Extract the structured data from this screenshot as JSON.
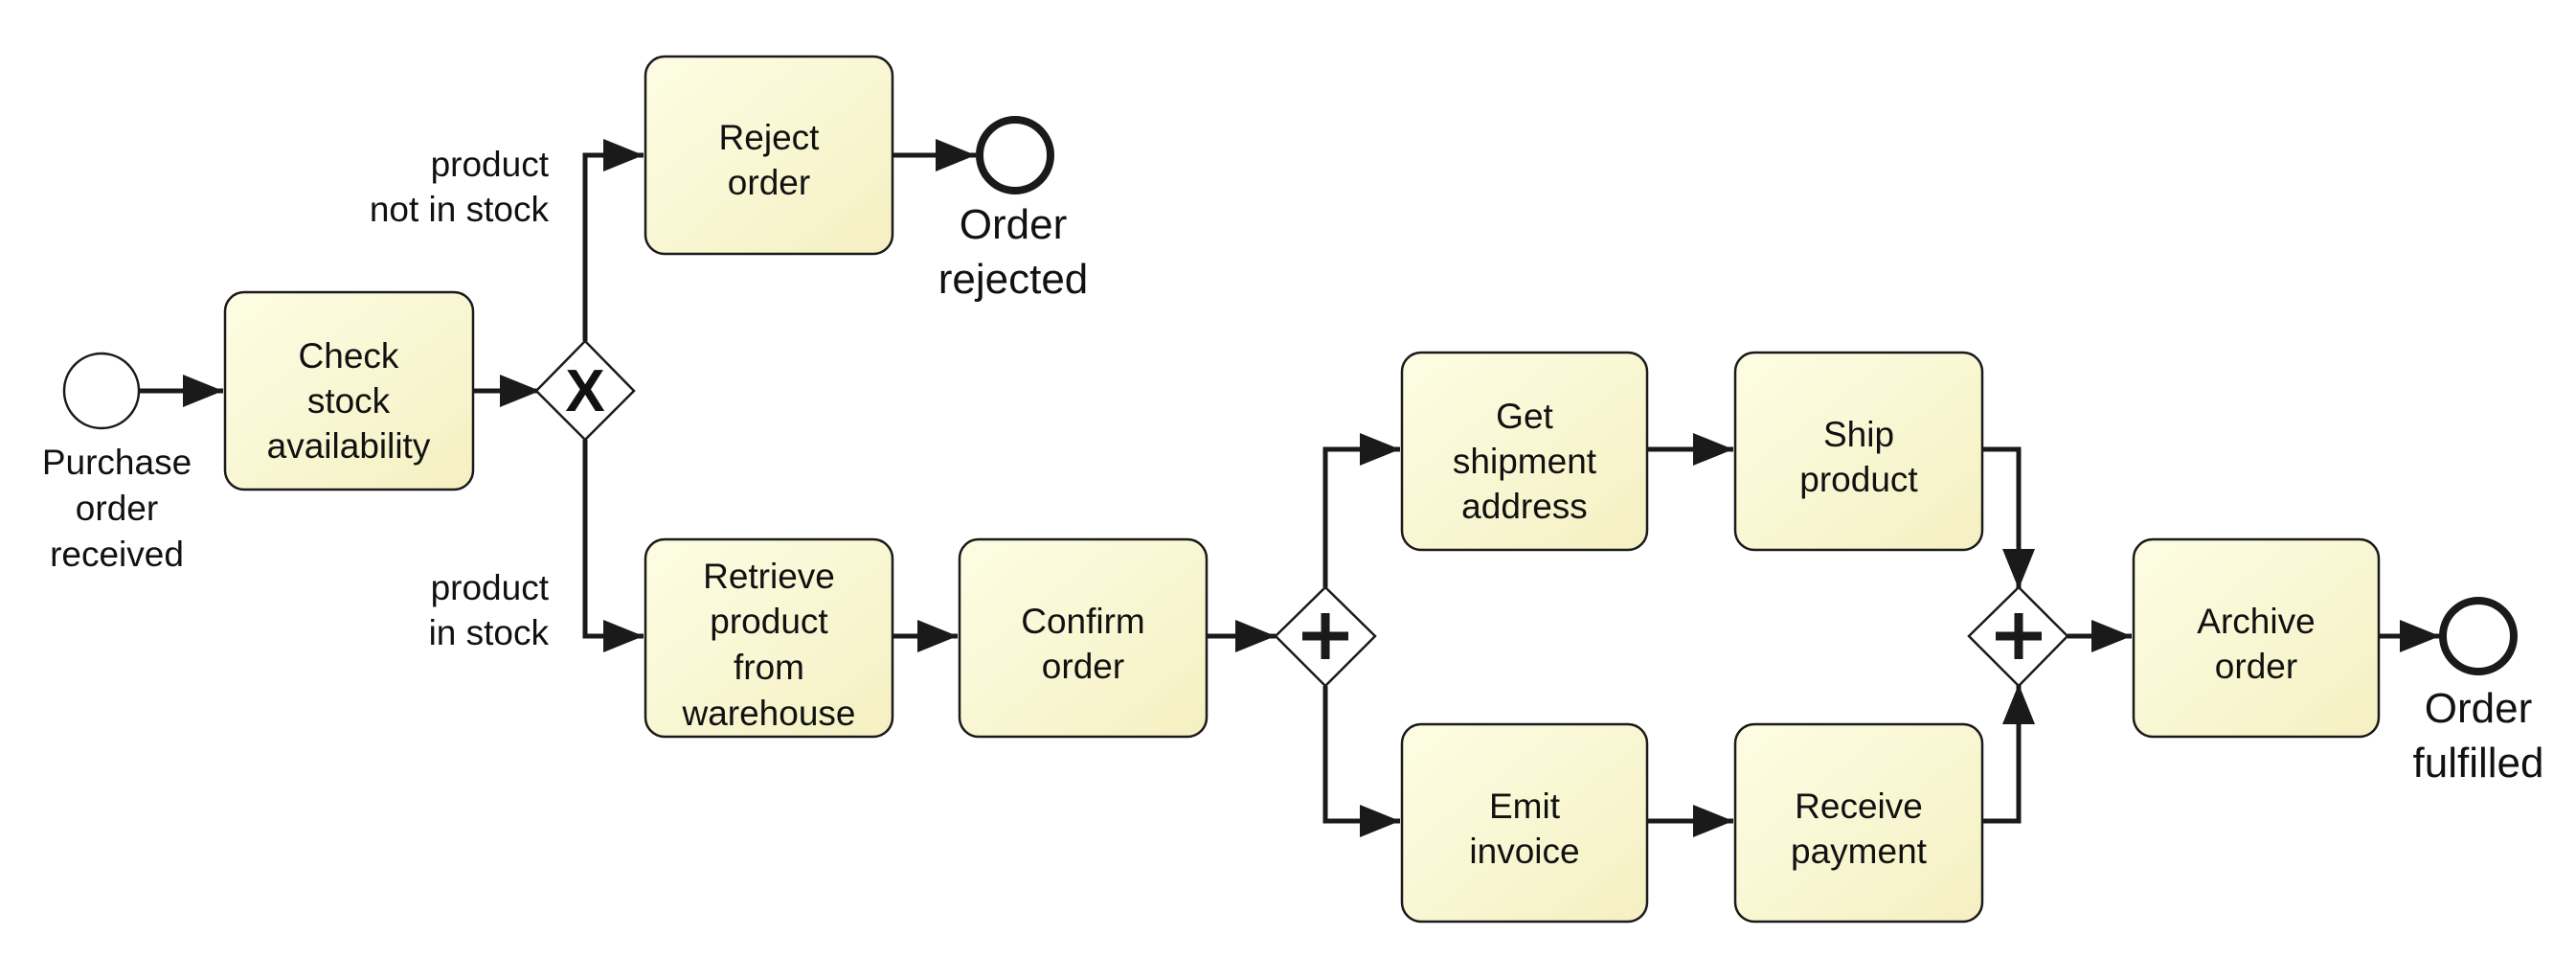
{
  "colors": {
    "task_fill_start": "#fdfde4",
    "task_fill_end": "#f5f0c2",
    "stroke": "#1a1a1a",
    "background": "#ffffff"
  },
  "events": {
    "start": [
      "Purchase",
      "order",
      "received"
    ],
    "end_rejected": [
      "Order",
      "rejected"
    ],
    "end_fulfilled": [
      "Order",
      "fulfilled"
    ]
  },
  "tasks": {
    "check_stock": [
      "Check",
      "stock",
      "availability"
    ],
    "reject_order": [
      "Reject",
      "order"
    ],
    "retrieve_product": [
      "Retrieve",
      "product",
      "from",
      "warehouse"
    ],
    "confirm_order": [
      "Confirm",
      "order"
    ],
    "get_shipment_address": [
      "Get",
      "shipment",
      "address"
    ],
    "ship_product": [
      "Ship",
      "product"
    ],
    "emit_invoice": [
      "Emit",
      "invoice"
    ],
    "receive_payment": [
      "Receive",
      "payment"
    ],
    "archive_order": [
      "Archive",
      "order"
    ]
  },
  "gateways": {
    "exclusive_marker": "X",
    "parallel_marker": "+"
  },
  "flow_labels": {
    "not_in_stock": [
      "product",
      "not in stock"
    ],
    "in_stock": [
      "product",
      "in stock"
    ]
  }
}
